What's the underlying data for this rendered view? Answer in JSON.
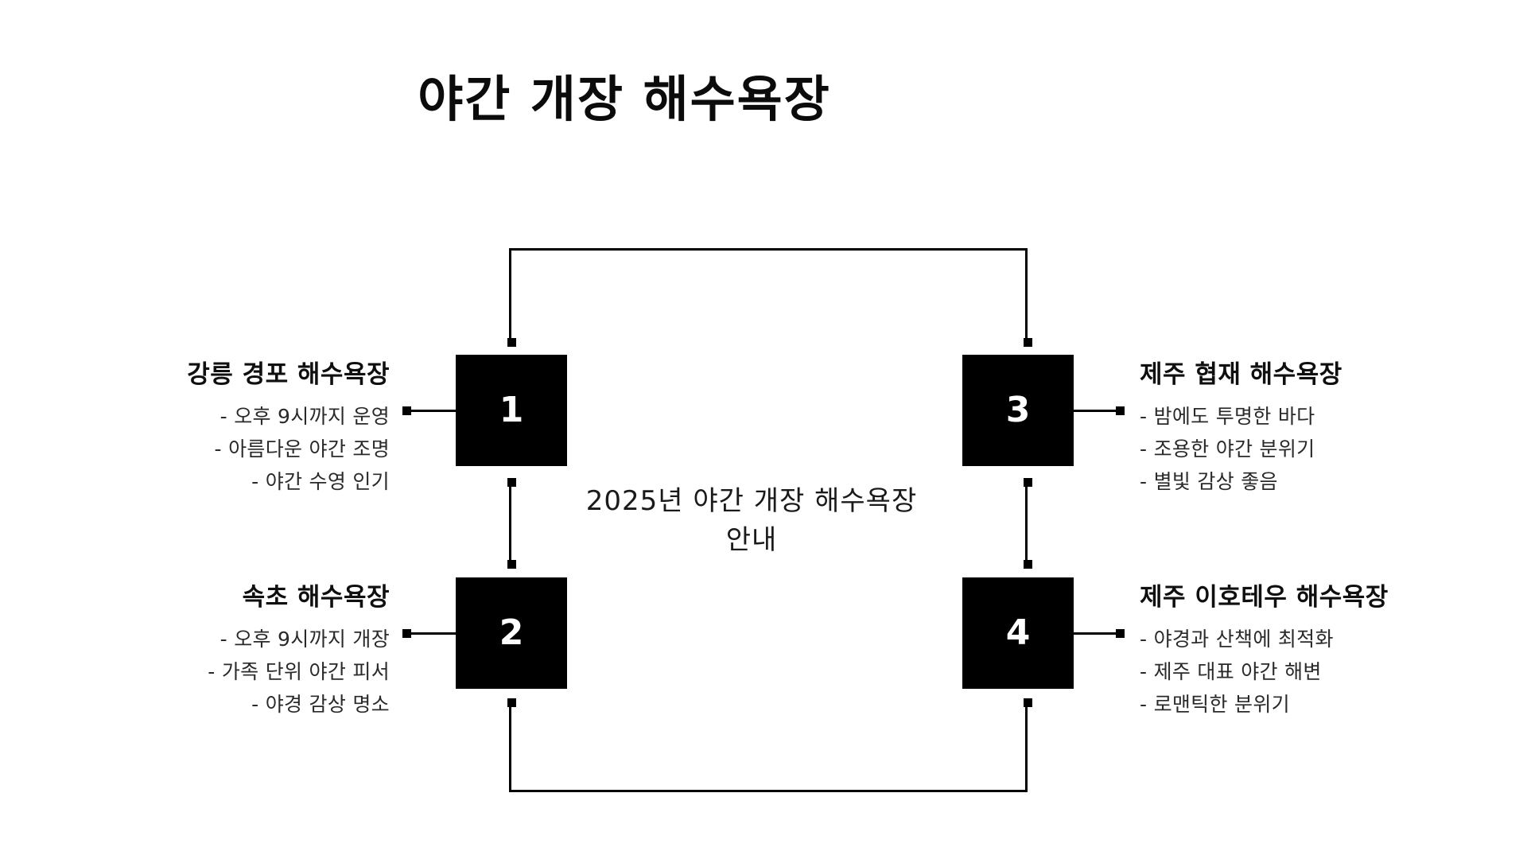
{
  "page": {
    "title": "야간 개장 해수욕장",
    "center_caption": "2025년 야간 개장 해수욕장 안내",
    "background_color": "#ffffff",
    "node_color": "#000000",
    "node_text_color": "#ffffff",
    "text_color": "#1a1a1a"
  },
  "nodes": [
    {
      "number": "1"
    },
    {
      "number": "2"
    },
    {
      "number": "3"
    },
    {
      "number": "4"
    }
  ],
  "labels": [
    {
      "node": "1",
      "side": "left",
      "name": "강릉 경포 해수욕장",
      "features": [
        "- 오후 9시까지 운영",
        "- 아름다운 야간 조명",
        "- 야간 수영 인기"
      ]
    },
    {
      "node": "2",
      "side": "left",
      "name": "속초 해수욕장",
      "features": [
        "- 오후 9시까지 개장",
        "- 가족 단위 야간 피서",
        "- 야경 감상 명소"
      ]
    },
    {
      "node": "3",
      "side": "right",
      "name": "제주 협재 해수욕장",
      "features": [
        "- 밤에도 투명한 바다",
        "- 조용한 야간 분위기",
        "- 별빛 감상 좋음"
      ]
    },
    {
      "node": "4",
      "side": "right",
      "name": "제주 이호테우 해수욕장",
      "features": [
        "- 야경과 산책에 최적화",
        "- 제주 대표 야간 해변",
        "- 로맨틱한 분위기"
      ]
    }
  ]
}
